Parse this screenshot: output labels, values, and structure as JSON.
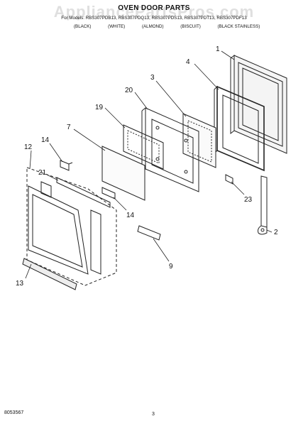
{
  "header": {
    "watermark": "AppliancePartsPros.com",
    "title": "OVEN DOOR PARTS",
    "models": "For Models: RBS307PDB13, RBS307PDQ13, RBS307PDS13, RBS307PDT13, RBS307PDF13",
    "finishes": [
      "(BLACK)",
      "(WHITE)",
      "(ALMOND)",
      "(BISCUIT)",
      "(BLACK STAINLESS)"
    ]
  },
  "callouts": [
    "1",
    "2",
    "3",
    "4",
    "7",
    "9",
    "12",
    "13",
    "14",
    "14",
    "19",
    "20",
    "21",
    "23"
  ],
  "footer": {
    "code": "8053567",
    "page": "3"
  }
}
